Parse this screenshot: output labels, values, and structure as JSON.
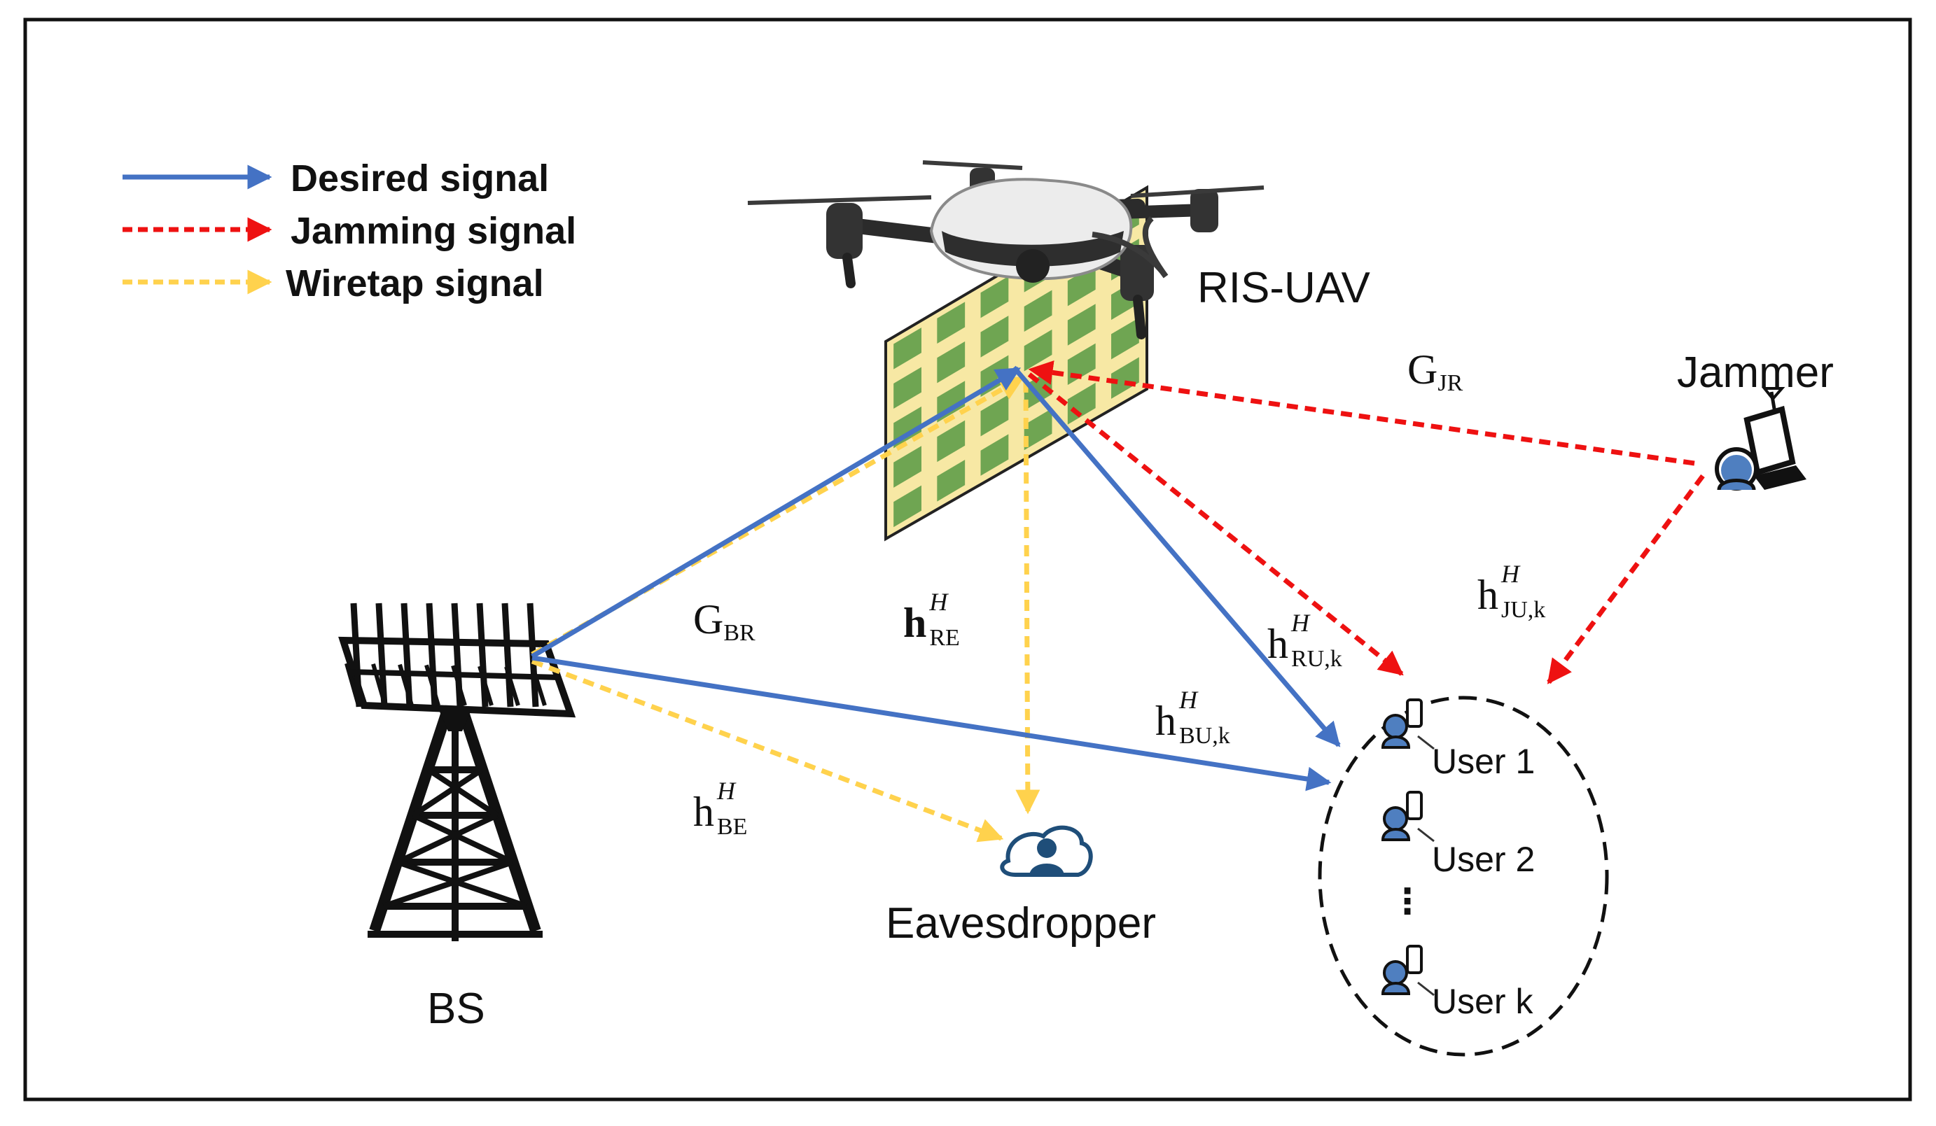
{
  "legend": [
    {
      "label": "Desired signal",
      "color": "#4472C4",
      "style": "solid"
    },
    {
      "label": "Jamming signal",
      "color": "#EE1111",
      "style": "dashed"
    },
    {
      "label": "Wiretap signal",
      "color": "#FFD24D",
      "style": "dashed"
    }
  ],
  "nodes": {
    "ris_uav": "RIS-UAV",
    "jammer": "Jammer",
    "bs": "BS",
    "eavesdropper": "Eavesdropper"
  },
  "users": [
    "User 1",
    "User 2",
    "User k"
  ],
  "user_ellipsis": "⋮",
  "channels": {
    "g_jr": {
      "main": "G",
      "sub": "JR"
    },
    "g_br": {
      "main": "G",
      "sub": "BR"
    },
    "h_re": {
      "main": "h",
      "sup": "H",
      "sub": "RE"
    },
    "h_ru": {
      "main": "h",
      "sup": "H",
      "sub": "RU,k"
    },
    "h_ju": {
      "main": "h",
      "sup": "H",
      "sub": "JU,k"
    },
    "h_bu": {
      "main": "h",
      "sup": "H",
      "sub": "BU,k"
    },
    "h_be": {
      "main": "h",
      "sup": "H",
      "sub": "BE"
    }
  },
  "colors": {
    "desired": "#4472C4",
    "jamming": "#EE1111",
    "wiretap": "#FFD24D",
    "ris_panel": "#F7E8A4",
    "ris_element": "#6FA552",
    "frame": "#111111"
  }
}
